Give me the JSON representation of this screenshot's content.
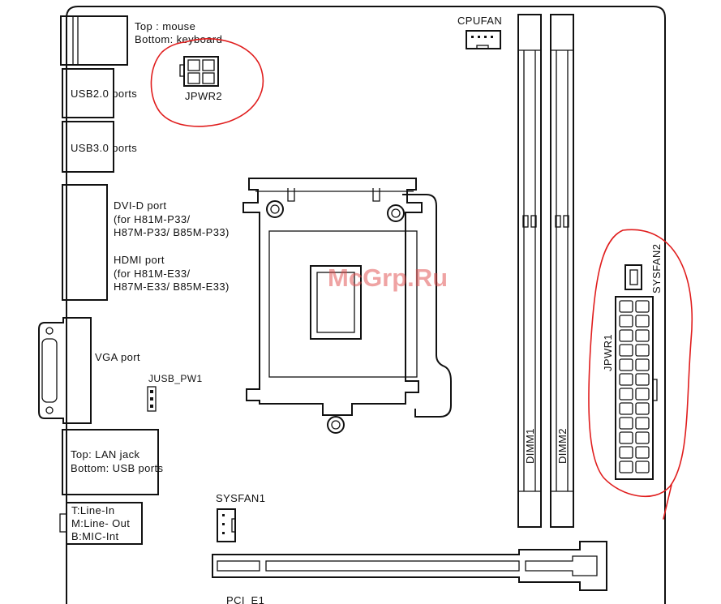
{
  "labels": {
    "mouse_keyboard_top": "Top : mouse",
    "mouse_keyboard_bottom": "Bottom: keyboard",
    "usb2": "USB2.0 ports",
    "usb3": "USB3.0 ports",
    "dvi_title": "DVI-D port",
    "dvi_for1": "(for H81M-P33/",
    "dvi_for2": "H87M-P33/ B85M-P33)",
    "hdmi_title": "HDMI port",
    "hdmi_for1": "(for H81M-E33/",
    "hdmi_for2": "H87M-E33/ B85M-E33)",
    "vga": "VGA port",
    "jusb_pw1": "JUSB_PW1",
    "lan_top": "Top: LAN jack",
    "lan_bottom": "Bottom: USB ports",
    "audio_top": "T:Line-In",
    "audio_mid": "M:Line- Out",
    "audio_bottom": "B:MIC-Int",
    "sysfan1": "SYSFAN1",
    "pci_e1": "PCI_E1",
    "jpwr2": "JPWR2",
    "cpufan": "CPUFAN",
    "dimm1": "DIMM1",
    "dimm2": "DIMM2",
    "jpwr1": "JPWR1",
    "sysfan2": "SYSFAN2"
  },
  "watermark": "McGrp.Ru",
  "colors": {
    "ink": "#111111",
    "highlight": "#e01d1d",
    "watermark": "#e04848"
  }
}
